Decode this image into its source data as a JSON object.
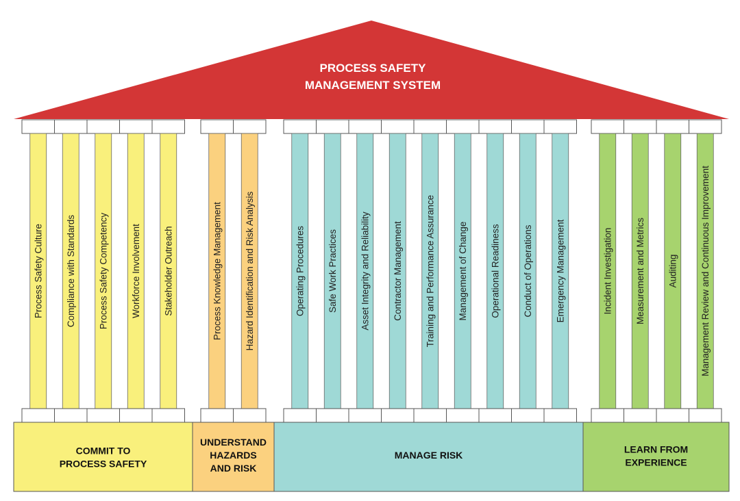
{
  "title": {
    "lines": [
      "PROCESS SAFETY",
      "MANAGEMENT SYSTEM"
    ]
  },
  "colors": {
    "roof": "#d33636",
    "commit": "#f9f07c",
    "understand": "#fbd17f",
    "manage": "#9fd9d6",
    "learn": "#a7d36e"
  },
  "groups": [
    {
      "id": "commit",
      "label_lines": [
        "COMMIT TO",
        "PROCESS SAFETY"
      ],
      "color": "#f9f07c",
      "pillars": [
        "Process Safety Culture",
        "Compliance with Standards",
        "Process Safety Competency",
        "Workforce Involvement",
        "Stakeholder Outreach"
      ]
    },
    {
      "id": "understand",
      "label_lines": [
        "UNDERSTAND",
        "HAZARDS",
        "AND RISK"
      ],
      "color": "#fbd17f",
      "pillars": [
        "Process Knowledge Management",
        "Hazard Identification and Risk Analysis"
      ]
    },
    {
      "id": "manage",
      "label_lines": [
        "MANAGE RISK"
      ],
      "color": "#9fd9d6",
      "pillars": [
        "Operating Procedures",
        "Safe Work Practices",
        "Asset Integrity and Reliability",
        "Contractor Management",
        "Training and Performance Assurance",
        "Management of Change",
        "Operational Readiness",
        "Conduct of Operations",
        "Emergency Management"
      ]
    },
    {
      "id": "learn",
      "label_lines": [
        "LEARN FROM",
        "EXPERIENCE"
      ],
      "color": "#a7d36e",
      "pillars": [
        "Incident Investigation",
        "Measurement and Metrics",
        "Auditing",
        "Management Review and Continuous Improvement"
      ]
    }
  ]
}
